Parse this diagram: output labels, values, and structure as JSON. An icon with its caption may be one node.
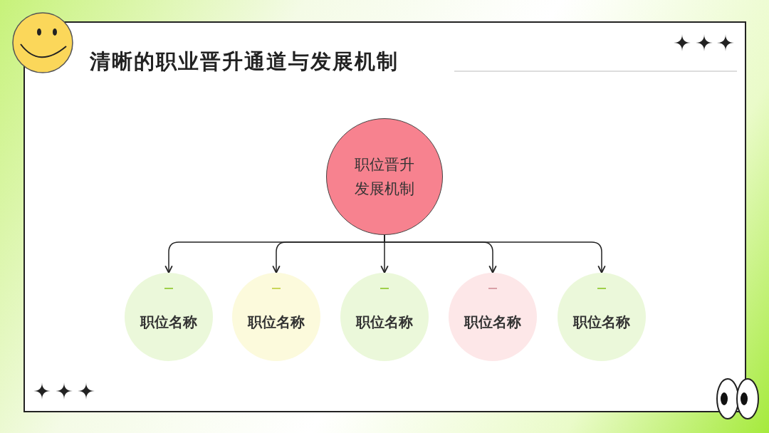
{
  "diagram": {
    "title": "清晰的职业晋升通道与发展机制",
    "nodes": [
      {
        "text": [
          "职位晋升发展机制"
        ]
      },
      {
        "text": [
          "职位名称"
        ]
      },
      {
        "text": [
          "职位名称"
        ]
      },
      {
        "text": [
          "职位名称"
        ]
      },
      {
        "text": [
          "职位名称"
        ]
      },
      {
        "text": [
          "职位名称"
        ]
      }
    ],
    "edges": [
      {
        "from": 0,
        "to": 1,
        "arrow": "to"
      },
      {
        "from": 0,
        "to": 2,
        "arrow": "to"
      },
      {
        "from": 0,
        "to": 3,
        "arrow": "to"
      },
      {
        "from": 0,
        "to": 4,
        "arrow": "to"
      },
      {
        "from": 0,
        "to": 5,
        "arrow": "to"
      }
    ]
  }
}
